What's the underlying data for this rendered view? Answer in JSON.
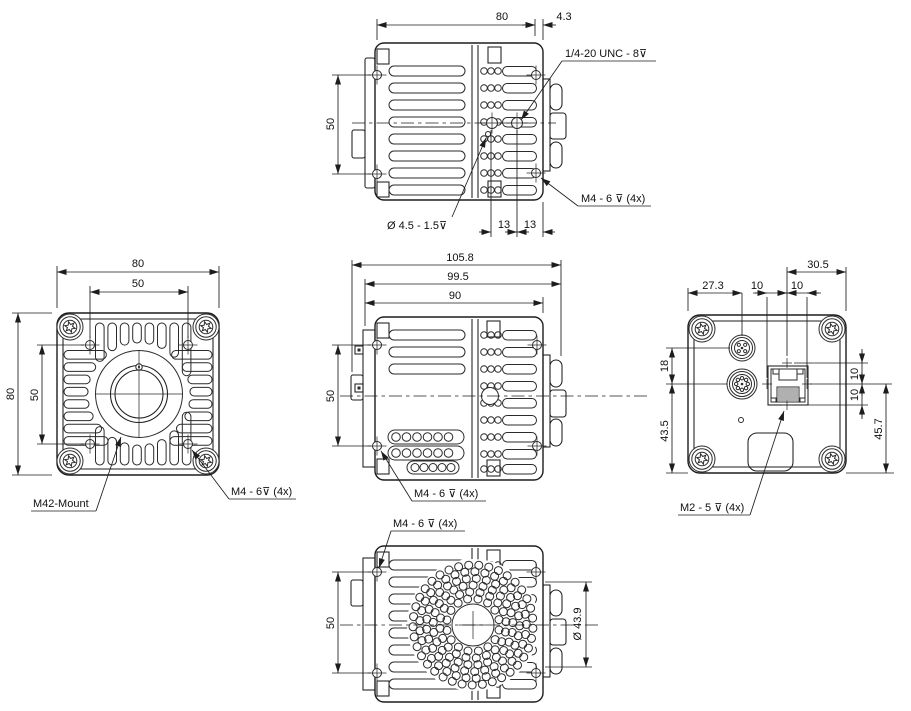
{
  "drawing": {
    "line_color": "#1d1d1d",
    "background": "#ffffff",
    "views": {
      "top": {
        "dim_width": "80",
        "dim_offset": "4.3",
        "dim_height": "50",
        "dim_hole_a": "13",
        "dim_hole_b": "13",
        "label_tripod_thread": "1/4-20 UNC - 8⊽",
        "label_pin_hole": "Ø 4.5 - 1.5⊽",
        "label_mount_holes": "M4 - 6 ⊽ (4x)"
      },
      "front": {
        "dim_width": "80",
        "dim_pitch_h": "50",
        "dim_height": "80",
        "dim_pitch_v": "50",
        "label_lens_mount": "M42-Mount",
        "label_mount_holes": "M4 - 6⊽ (4x)"
      },
      "side": {
        "dim_total": "105.8",
        "dim_with_conn": "99.5",
        "dim_body": "90",
        "dim_pitch": "50",
        "label_mount_holes": "M4 - 6 ⊽  (4x)"
      },
      "back": {
        "dim_eth_to_edge": "30.5",
        "dim_conn_x": "27.3",
        "dim_eth_left": "10",
        "dim_eth_right": "10",
        "dim_conn_pitch": "18",
        "dim_conn_bottom": "43.5",
        "dim_eth_up": "10",
        "dim_eth_down": "10",
        "dim_eth_bottom": "45.7",
        "label_mount_holes": "M2 - 5 ⊽  (4x)"
      },
      "bottom": {
        "label_mount_holes": "M4 - 6 ⊽  (4x)",
        "dim_pitch": "50",
        "dim_fan_dia": "Ø 43.9"
      }
    }
  }
}
